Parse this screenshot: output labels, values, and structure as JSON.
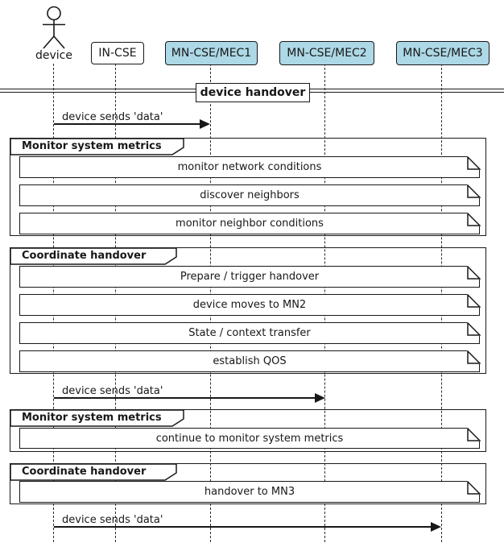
{
  "diagram": {
    "title_context": "device handover sequence diagram",
    "actor": {
      "label": "device"
    },
    "participants": [
      {
        "label": "IN-CSE",
        "fill": "#FFFFFF"
      },
      {
        "label": "MN-CSE/MEC1",
        "fill": "#ADD8E6"
      },
      {
        "label": "MN-CSE/MEC2",
        "fill": "#ADD8E6"
      },
      {
        "label": "MN-CSE/MEC3",
        "fill": "#ADD8E6"
      }
    ],
    "divider": {
      "label": "device handover"
    },
    "messages": [
      {
        "label": "device sends 'data'",
        "from": "device",
        "to": "MN-CSE/MEC1"
      },
      {
        "label": "device sends 'data'",
        "from": "device",
        "to": "MN-CSE/MEC2"
      },
      {
        "label": "device sends 'data'",
        "from": "device",
        "to": "MN-CSE/MEC3"
      }
    ],
    "groups": [
      {
        "label": "Monitor system metrics",
        "notes": [
          "monitor network conditions",
          "discover neighbors",
          "monitor neighbor conditions"
        ]
      },
      {
        "label": "Coordinate handover",
        "notes": [
          "Prepare / trigger handover",
          "device moves to MN2",
          "State / context transfer",
          "establish QOS"
        ]
      },
      {
        "label": "Monitor system metrics",
        "notes": [
          "continue to monitor system metrics"
        ]
      },
      {
        "label": "Coordinate handover",
        "notes": [
          "handover to MN3"
        ]
      }
    ],
    "colors": {
      "participant_highlight": "#ADD8E6",
      "participant_default": "#FFFFFF",
      "line": "#181818",
      "background": "#FFFFFF"
    }
  }
}
